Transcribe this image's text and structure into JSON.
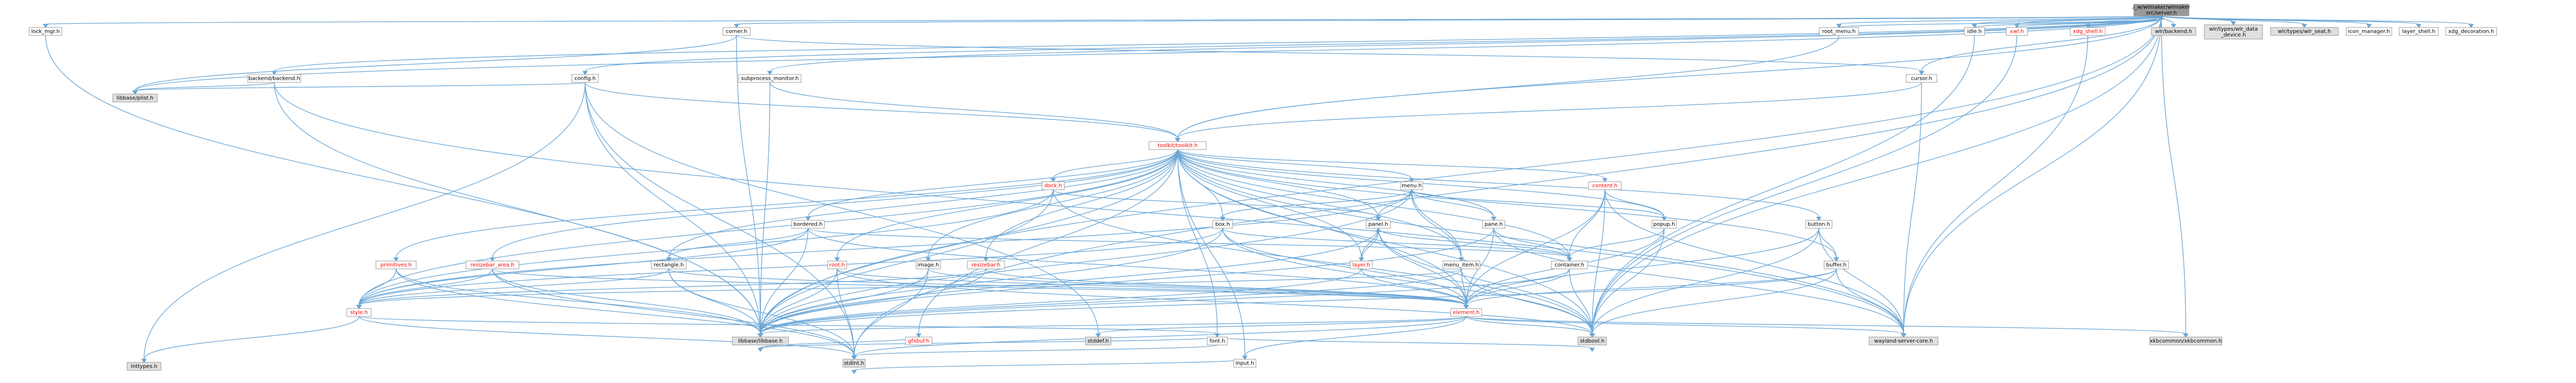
{
  "nodes": [
    {
      "id": "server",
      "label": [
        "/_w/wlmaker/wlmaker",
        "src/server.h"
      ],
      "style": "root"
    },
    {
      "id": "lock_mgr",
      "label": [
        "lock_mgr.h"
      ],
      "style": "plain"
    },
    {
      "id": "corner",
      "label": [
        "corner.h"
      ],
      "style": "plain"
    },
    {
      "id": "backend",
      "label": [
        "backend/backend.h"
      ],
      "style": "plain"
    },
    {
      "id": "config",
      "label": [
        "config.h"
      ],
      "style": "plain"
    },
    {
      "id": "subprocess",
      "label": [
        "subprocess_monitor.h"
      ],
      "style": "plain"
    },
    {
      "id": "root_menu",
      "label": [
        "root_menu.h"
      ],
      "style": "plain"
    },
    {
      "id": "cursor",
      "label": [
        "cursor.h"
      ],
      "style": "plain"
    },
    {
      "id": "idle",
      "label": [
        "idle.h"
      ],
      "style": "plain"
    },
    {
      "id": "xwl",
      "label": [
        "xwl.h"
      ],
      "style": "red"
    },
    {
      "id": "xdg_shell",
      "label": [
        "xdg_shell.h"
      ],
      "style": "red"
    },
    {
      "id": "wlr_backend",
      "label": [
        "wlr/backend.h"
      ],
      "style": "gray"
    },
    {
      "id": "wlr_data_device",
      "label": [
        "wlr/types/wlr_data",
        "_device.h"
      ],
      "style": "gray"
    },
    {
      "id": "wlr_seat",
      "label": [
        "wlr/types/wlr_seat.h"
      ],
      "style": "gray"
    },
    {
      "id": "icon_manager",
      "label": [
        "icon_manager.h"
      ],
      "style": "plain"
    },
    {
      "id": "layer_shell",
      "label": [
        "layer_shell.h"
      ],
      "style": "plain"
    },
    {
      "id": "xdg_decoration",
      "label": [
        "xdg_decoration.h"
      ],
      "style": "plain"
    },
    {
      "id": "plist",
      "label": [
        "libbase/plist.h"
      ],
      "style": "gray"
    },
    {
      "id": "toolkit",
      "label": [
        "toolkit/toolkit.h"
      ],
      "style": "red"
    },
    {
      "id": "dock",
      "label": [
        "dock.h"
      ],
      "style": "red"
    },
    {
      "id": "menu",
      "label": [
        "menu.h"
      ],
      "style": "plain"
    },
    {
      "id": "content",
      "label": [
        "content.h"
      ],
      "style": "red"
    },
    {
      "id": "bordered",
      "label": [
        "bordered.h"
      ],
      "style": "plain"
    },
    {
      "id": "box",
      "label": [
        "box.h"
      ],
      "style": "plain"
    },
    {
      "id": "panel",
      "label": [
        "panel.h"
      ],
      "style": "plain"
    },
    {
      "id": "pane",
      "label": [
        "pane.h"
      ],
      "style": "plain"
    },
    {
      "id": "popup",
      "label": [
        "popup.h"
      ],
      "style": "plain"
    },
    {
      "id": "button",
      "label": [
        "button.h"
      ],
      "style": "plain"
    },
    {
      "id": "buffer",
      "label": [
        "buffer.h"
      ],
      "style": "plain"
    },
    {
      "id": "primitives",
      "label": [
        "primitives.h"
      ],
      "style": "red"
    },
    {
      "id": "resizebar_area",
      "label": [
        "resizebar_area.h"
      ],
      "style": "red"
    },
    {
      "id": "rectangle",
      "label": [
        "rectangle.h"
      ],
      "style": "plain"
    },
    {
      "id": "root",
      "label": [
        "root.h"
      ],
      "style": "red"
    },
    {
      "id": "image",
      "label": [
        "image.h"
      ],
      "style": "plain"
    },
    {
      "id": "resizebar",
      "label": [
        "resizebar.h"
      ],
      "style": "red"
    },
    {
      "id": "layer",
      "label": [
        "layer.h"
      ],
      "style": "red"
    },
    {
      "id": "menu_item",
      "label": [
        "menu_item.h"
      ],
      "style": "plain"
    },
    {
      "id": "container",
      "label": [
        "container.h"
      ],
      "style": "plain"
    },
    {
      "id": "element",
      "label": [
        "element.h"
      ],
      "style": "red"
    },
    {
      "id": "style",
      "label": [
        "style.h"
      ],
      "style": "red"
    },
    {
      "id": "gfxbuf",
      "label": [
        "gfxbuf.h"
      ],
      "style": "red"
    },
    {
      "id": "font",
      "label": [
        "font.h"
      ],
      "style": "plain"
    },
    {
      "id": "inttypes",
      "label": [
        "inttypes.h"
      ],
      "style": "gray"
    },
    {
      "id": "libbase",
      "label": [
        "libbase/libbase.h"
      ],
      "style": "gray"
    },
    {
      "id": "stddef",
      "label": [
        "stddef.h"
      ],
      "style": "gray"
    },
    {
      "id": "input",
      "label": [
        "input.h"
      ],
      "style": "plain"
    },
    {
      "id": "stdbool",
      "label": [
        "stdbool.h"
      ],
      "style": "gray"
    },
    {
      "id": "wayland_server_core",
      "label": [
        "wayland-server-core.h"
      ],
      "style": "gray"
    },
    {
      "id": "xkbcommon",
      "label": [
        "xkbcommon/xkbcommon.h"
      ],
      "style": "gray"
    },
    {
      "id": "stdint",
      "label": [
        "stdint.h"
      ],
      "style": "gray"
    }
  ],
  "edges": [
    [
      "server",
      "lock_mgr"
    ],
    [
      "server",
      "corner"
    ],
    [
      "server",
      "backend"
    ],
    [
      "server",
      "config"
    ],
    [
      "server",
      "subprocess"
    ],
    [
      "server",
      "root_menu"
    ],
    [
      "server",
      "cursor"
    ],
    [
      "server",
      "idle"
    ],
    [
      "server",
      "xwl"
    ],
    [
      "server",
      "xdg_shell"
    ],
    [
      "server",
      "wlr_backend"
    ],
    [
      "server",
      "wlr_data_device"
    ],
    [
      "server",
      "wlr_seat"
    ],
    [
      "server",
      "icon_manager"
    ],
    [
      "server",
      "layer_shell"
    ],
    [
      "server",
      "xdg_decoration"
    ],
    [
      "server",
      "plist"
    ],
    [
      "server",
      "toolkit"
    ],
    [
      "server",
      "libbase"
    ],
    [
      "server",
      "stdbool"
    ],
    [
      "server",
      "wayland_server_core"
    ],
    [
      "server",
      "xkbcommon"
    ],
    [
      "server",
      "stdint"
    ],
    [
      "lock_mgr",
      "libbase"
    ],
    [
      "corner",
      "cursor"
    ],
    [
      "corner",
      "plist"
    ],
    [
      "corner",
      "libbase"
    ],
    [
      "backend",
      "plist"
    ],
    [
      "backend",
      "libbase"
    ],
    [
      "backend",
      "wayland_server_core"
    ],
    [
      "config",
      "plist"
    ],
    [
      "config",
      "toolkit"
    ],
    [
      "config",
      "libbase"
    ],
    [
      "config",
      "inttypes"
    ],
    [
      "config",
      "stdint"
    ],
    [
      "config",
      "stddef"
    ],
    [
      "subprocess",
      "toolkit"
    ],
    [
      "subprocess",
      "libbase"
    ],
    [
      "root_menu",
      "server"
    ],
    [
      "root_menu",
      "toolkit"
    ],
    [
      "cursor",
      "toolkit"
    ],
    [
      "cursor",
      "wayland_server_core"
    ],
    [
      "idle",
      "server"
    ],
    [
      "idle",
      "stdbool"
    ],
    [
      "xwl",
      "server"
    ],
    [
      "xwl",
      "stdbool"
    ],
    [
      "xdg_shell",
      "server"
    ],
    [
      "xdg_shell",
      "wayland_server_core"
    ],
    [
      "toolkit",
      "dock"
    ],
    [
      "toolkit",
      "menu"
    ],
    [
      "toolkit",
      "content"
    ],
    [
      "toolkit",
      "bordered"
    ],
    [
      "toolkit",
      "box"
    ],
    [
      "toolkit",
      "panel"
    ],
    [
      "toolkit",
      "pane"
    ],
    [
      "toolkit",
      "popup"
    ],
    [
      "toolkit",
      "button"
    ],
    [
      "toolkit",
      "buffer"
    ],
    [
      "toolkit",
      "primitives"
    ],
    [
      "toolkit",
      "resizebar_area"
    ],
    [
      "toolkit",
      "rectangle"
    ],
    [
      "toolkit",
      "root"
    ],
    [
      "toolkit",
      "image"
    ],
    [
      "toolkit",
      "resizebar"
    ],
    [
      "toolkit",
      "layer"
    ],
    [
      "toolkit",
      "menu_item"
    ],
    [
      "toolkit",
      "container"
    ],
    [
      "toolkit",
      "element"
    ],
    [
      "toolkit",
      "style"
    ],
    [
      "toolkit",
      "gfxbuf"
    ],
    [
      "toolkit",
      "font"
    ],
    [
      "toolkit",
      "input"
    ],
    [
      "toolkit",
      "libbase"
    ],
    [
      "toolkit",
      "stdbool"
    ],
    [
      "toolkit",
      "wayland_server_core"
    ],
    [
      "dock",
      "panel"
    ],
    [
      "dock",
      "libbase"
    ],
    [
      "dock",
      "stdbool"
    ],
    [
      "dock",
      "style"
    ],
    [
      "menu",
      "box"
    ],
    [
      "menu",
      "menu_item"
    ],
    [
      "menu",
      "panel"
    ],
    [
      "menu",
      "pane"
    ],
    [
      "menu",
      "popup"
    ],
    [
      "menu",
      "style"
    ],
    [
      "menu",
      "libbase"
    ],
    [
      "content",
      "container"
    ],
    [
      "content",
      "element"
    ],
    [
      "content",
      "popup"
    ],
    [
      "content",
      "stdbool"
    ],
    [
      "content",
      "wayland_server_core"
    ],
    [
      "bordered",
      "container"
    ],
    [
      "bordered",
      "rectangle"
    ],
    [
      "bordered",
      "element"
    ],
    [
      "bordered",
      "style"
    ],
    [
      "bordered",
      "libbase"
    ],
    [
      "box",
      "container"
    ],
    [
      "box",
      "element"
    ],
    [
      "box",
      "libbase"
    ],
    [
      "box",
      "stdbool"
    ],
    [
      "box",
      "style"
    ],
    [
      "panel",
      "container"
    ],
    [
      "panel",
      "element"
    ],
    [
      "panel",
      "layer"
    ],
    [
      "panel",
      "libbase"
    ],
    [
      "panel",
      "stdbool"
    ],
    [
      "pane",
      "container"
    ],
    [
      "pane",
      "element"
    ],
    [
      "pane",
      "libbase"
    ],
    [
      "pane",
      "wayland_server_core"
    ],
    [
      "popup",
      "container"
    ],
    [
      "popup",
      "element"
    ],
    [
      "popup",
      "stdbool"
    ],
    [
      "button",
      "buffer"
    ],
    [
      "button",
      "element"
    ],
    [
      "button",
      "stdbool"
    ],
    [
      "button",
      "wayland_server_core"
    ],
    [
      "buffer",
      "element"
    ],
    [
      "buffer",
      "libbase"
    ],
    [
      "buffer",
      "stdbool"
    ],
    [
      "buffer",
      "wayland_server_core"
    ],
    [
      "primitives",
      "style"
    ],
    [
      "primitives",
      "libbase"
    ],
    [
      "primitives",
      "stdint"
    ],
    [
      "resizebar_area",
      "element"
    ],
    [
      "resizebar_area",
      "style"
    ],
    [
      "resizebar_area",
      "libbase"
    ],
    [
      "resizebar_area",
      "stdint"
    ],
    [
      "rectangle",
      "element"
    ],
    [
      "rectangle",
      "style"
    ],
    [
      "rectangle",
      "libbase"
    ],
    [
      "rectangle",
      "stdint"
    ],
    [
      "root",
      "element"
    ],
    [
      "root",
      "libbase"
    ],
    [
      "root",
      "stdint"
    ],
    [
      "root",
      "stdbool"
    ],
    [
      "image",
      "element"
    ],
    [
      "image",
      "libbase"
    ],
    [
      "image",
      "stdint"
    ],
    [
      "resizebar",
      "element"
    ],
    [
      "resizebar",
      "style"
    ],
    [
      "resizebar",
      "libbase"
    ],
    [
      "layer",
      "panel"
    ],
    [
      "layer",
      "element"
    ],
    [
      "layer",
      "libbase"
    ],
    [
      "menu_item",
      "menu"
    ],
    [
      "menu_item",
      "element"
    ],
    [
      "menu_item",
      "style"
    ],
    [
      "menu_item",
      "libbase"
    ],
    [
      "menu_item",
      "stdbool"
    ],
    [
      "container",
      "element"
    ],
    [
      "container",
      "libbase"
    ],
    [
      "container",
      "stdbool"
    ],
    [
      "element",
      "input"
    ],
    [
      "element",
      "libbase"
    ],
    [
      "element",
      "stdbool"
    ],
    [
      "element",
      "wayland_server_core"
    ],
    [
      "element",
      "xkbcommon"
    ],
    [
      "element",
      "stdint"
    ],
    [
      "element",
      "stddef"
    ],
    [
      "style",
      "font"
    ],
    [
      "style",
      "inttypes"
    ],
    [
      "style",
      "stdint"
    ],
    [
      "gfxbuf",
      "libbase"
    ],
    [
      "font",
      "libbase"
    ],
    [
      "font",
      "stdbool"
    ],
    [
      "font",
      "stdint"
    ],
    [
      "input",
      "stdint"
    ]
  ]
}
